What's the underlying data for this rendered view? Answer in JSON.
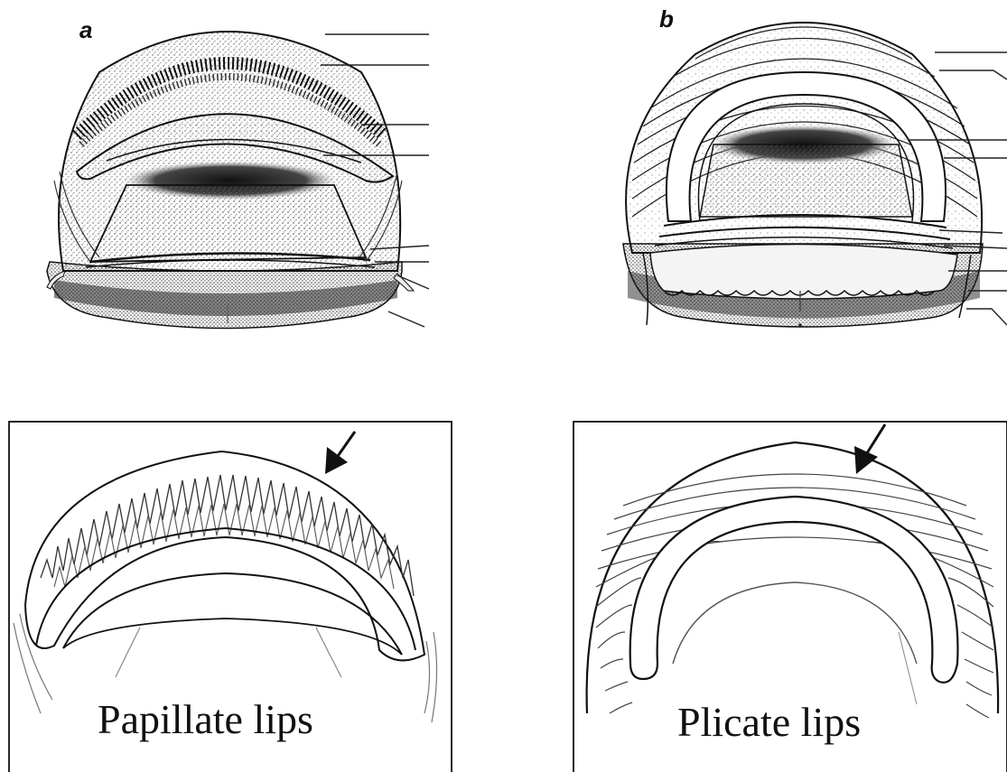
{
  "panels": {
    "a": {
      "letter": "a"
    },
    "b": {
      "letter": "b"
    }
  },
  "insets": {
    "papillate": {
      "caption": "Papillate lips"
    },
    "plicate": {
      "caption": "Plicate lips"
    }
  }
}
